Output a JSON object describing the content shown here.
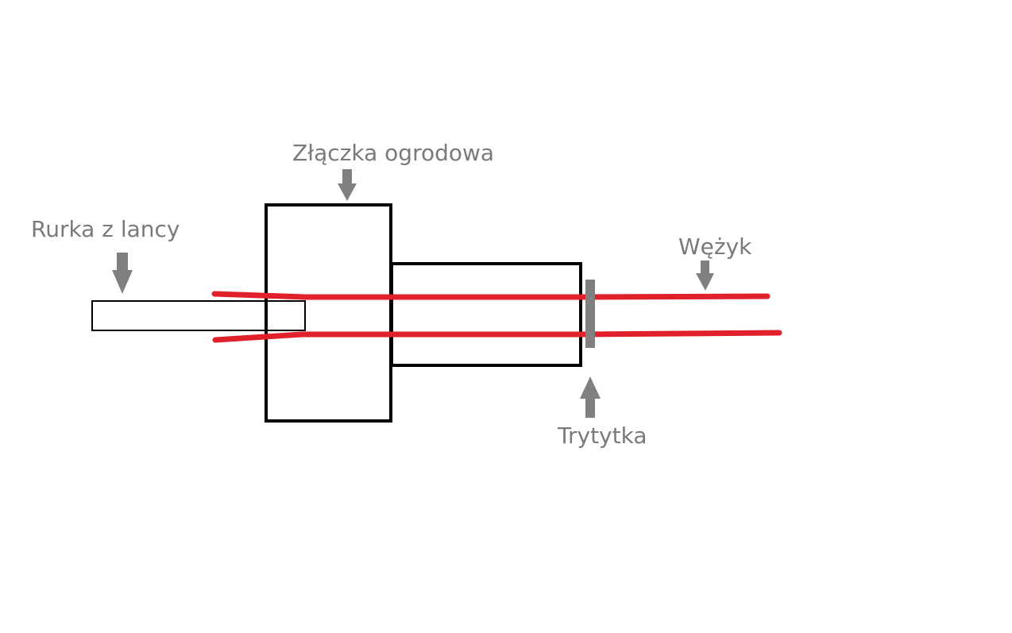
{
  "labels": {
    "connector": "Złączka ogrodowa",
    "lance_tube": "Rurka z lancy",
    "hose": "Wężyk",
    "cable_tie": "Trytytka"
  },
  "colors": {
    "background": "#ffffff",
    "outline": "#000000",
    "hose": "#e0202a",
    "arrow": "#808080",
    "label": "#7a7a7a"
  }
}
